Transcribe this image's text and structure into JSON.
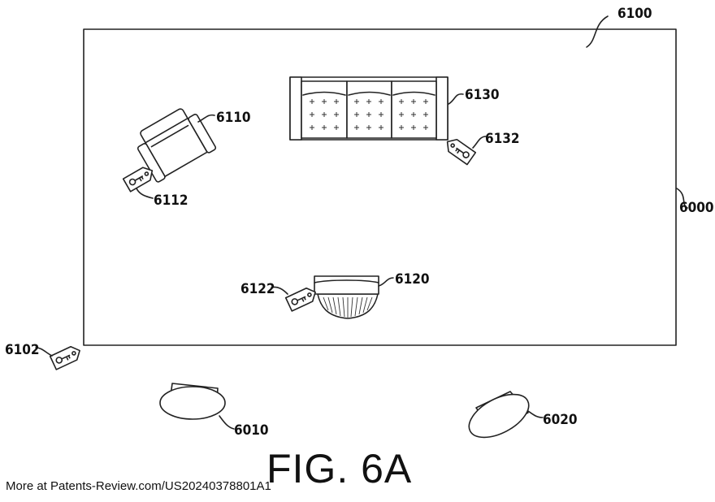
{
  "figure": {
    "label": "FIG. 6A",
    "footer": "More at Patents-Review.com/US20240378801A1"
  },
  "refs": {
    "room": "6100",
    "room_boundary": "6000",
    "chair": "6110",
    "chair_tag": "6112",
    "sofa": "6130",
    "sofa_tag": "6132",
    "ottoman": "6120",
    "ottoman_tag": "6122",
    "outside_tag": "6102",
    "device_left": "6010",
    "device_right": "6020"
  },
  "colors": {
    "line": "#222222",
    "background": "#ffffff"
  }
}
